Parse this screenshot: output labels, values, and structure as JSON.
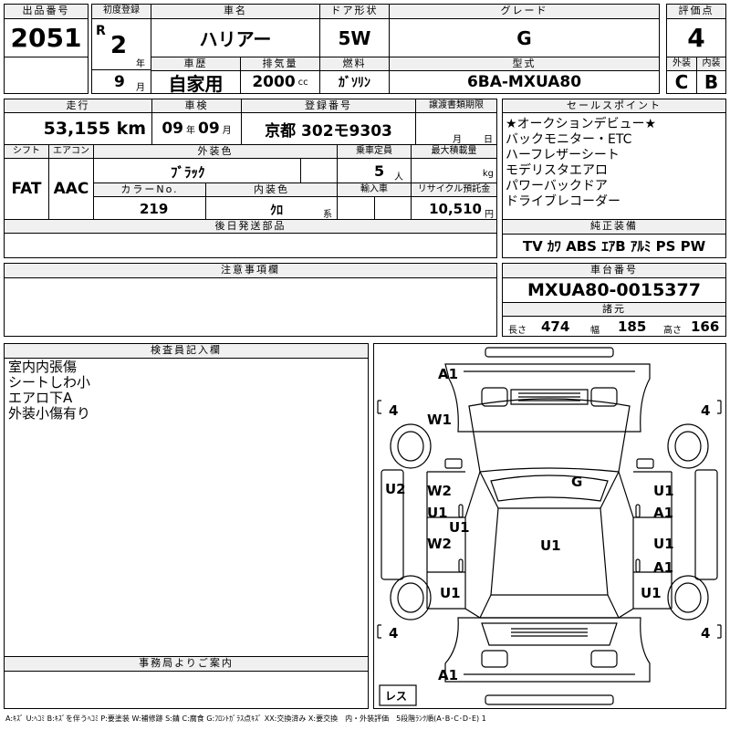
{
  "listing": {
    "label": "出品番号",
    "value": "2051"
  },
  "first_reg": {
    "label": "初度登録",
    "era": "R",
    "year": "2",
    "year_unit": "年",
    "month": "9",
    "month_unit": "月"
  },
  "car_name": {
    "label": "車名",
    "value": "ハリアー"
  },
  "door": {
    "label": "ドア形状",
    "value": "5W"
  },
  "grade": {
    "label": "グレード",
    "value": "G"
  },
  "score": {
    "label": "評価点",
    "value": "4"
  },
  "history": {
    "label": "車歴",
    "value": "自家用"
  },
  "displacement": {
    "label": "排気量",
    "value": "2000",
    "unit": "cc"
  },
  "fuel": {
    "label": "燃料",
    "value": "ｶﾞｿﾘﾝ"
  },
  "model": {
    "label": "型式",
    "value": "6BA-MXUA80"
  },
  "exterior_grade": {
    "label": "外装",
    "value": "C"
  },
  "interior_grade": {
    "label": "内装",
    "value": "B"
  },
  "mileage": {
    "label": "走行",
    "value": "53,155",
    "unit": "km"
  },
  "inspection": {
    "label": "車検",
    "year": "09",
    "year_unit": "年",
    "month": "09",
    "month_unit": "月"
  },
  "registration": {
    "label": "登録番号",
    "value": "京都 302モ9303"
  },
  "transfer": {
    "label": "譲渡書類期限",
    "month_unit": "月",
    "day_unit": "日"
  },
  "shift": {
    "label": "シフト",
    "value": "FAT"
  },
  "aircon": {
    "label": "エアコン",
    "value": "AAC"
  },
  "ext_color": {
    "label": "外装色",
    "value": "ﾌﾞﾗｯｸ"
  },
  "capacity": {
    "label": "乗車定員",
    "value": "5",
    "unit": "人"
  },
  "max_load": {
    "label": "最大積載量",
    "unit": "kg"
  },
  "color_no": {
    "label": "カラーNo.",
    "value": "219"
  },
  "int_color": {
    "label": "内装色",
    "value": "ｸﾛ",
    "unit": "系"
  },
  "import": {
    "label": "輸入車"
  },
  "recycle": {
    "label": "リサイクル預託金",
    "value": "10,510",
    "unit": "円"
  },
  "later_parts": {
    "label": "後日発送部品"
  },
  "sales_points": {
    "label": "セールスポイント",
    "items": [
      "★オークションデビュー★",
      "バックモニター・ETC",
      "ハーフレザーシート",
      "モデリスタエアロ",
      "パワーバックドア",
      "ドライブレコーダー"
    ]
  },
  "equipment": {
    "label": "純正装備",
    "value": "TV ｶﾜ ABS ｴｱB ｱﾙﾐ PS PW"
  },
  "notes": {
    "label": "注意事項欄"
  },
  "chassis": {
    "label": "車台番号",
    "value": "MXUA80-0015377"
  },
  "specs": {
    "label": "諸元",
    "length_label": "長さ",
    "length": "474",
    "width_label": "幅",
    "width": "185",
    "height_label": "高さ",
    "height": "166"
  },
  "inspector": {
    "label": "検査員記入欄",
    "lines": [
      "室内内張傷",
      "シートしわ小",
      "エアロ下A",
      "外装小傷有り"
    ]
  },
  "office": {
    "label": "事務局よりご案内"
  },
  "diagram": {
    "tires": [
      "4",
      "4",
      "4",
      "4"
    ],
    "marks": {
      "front_bumper": "A1",
      "hood": "W1",
      "left_fender": "U2",
      "left_front_door": "W2",
      "left_front_door_lower": "U1",
      "left_step": "U1",
      "left_rear_door": "W2",
      "left_rear_quarter": "U1",
      "windshield": "G",
      "roof": "U1",
      "right_front_door": "U1",
      "right_front_door_lower": "A1",
      "right_rear_door": "U1",
      "right_rear_door_lower": "A1",
      "right_rear_quarter": "U1",
      "rear_bumper": "A1"
    },
    "spare": "レス"
  },
  "legend": "A:ｷｽﾞ U:ﾍｺﾐ B:ｷｽﾞを伴うﾍｺﾐ P:要塗装 W:補修跡 S:錆 C:腐食 G:ﾌﾛﾝﾄｶﾞﾗｽ点ｷｽﾞ XX:交換済み X:要交換　内・外装評価　5段階ﾗﾝｸ順(A･B･C･D･E) 1"
}
